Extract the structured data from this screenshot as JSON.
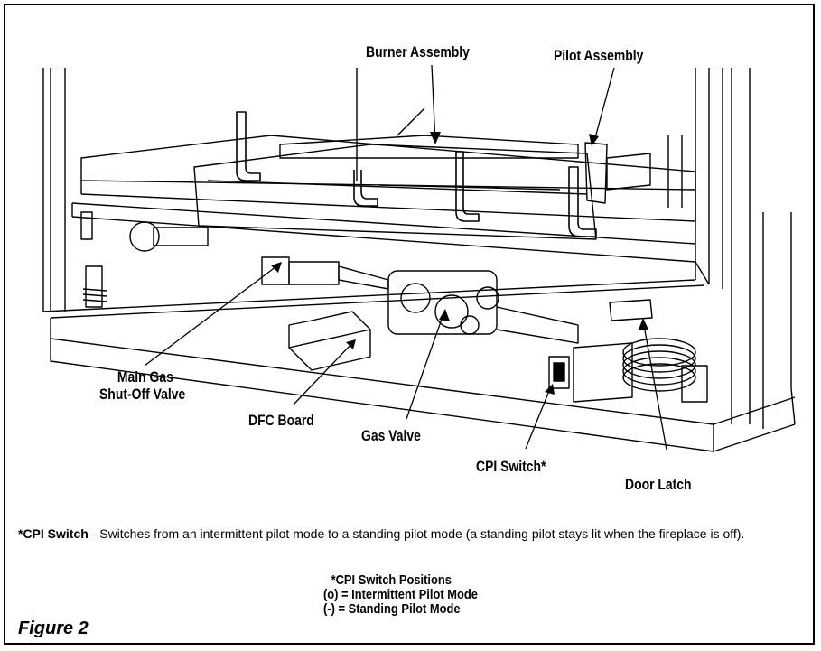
{
  "labels": {
    "burner_assembly": "Burner Assembly",
    "pilot_assembly": "Pilot Assembly",
    "main_gas_line1": "Main Gas",
    "main_gas_line2": "Shut-Off Valve",
    "dfc_board": "DFC Board",
    "gas_valve": "Gas Valve",
    "cpi_switch": "CPI Switch*",
    "door_latch": "Door Latch"
  },
  "note": {
    "term": "*CPI Switch",
    "text": " - Switches from an intermittent pilot mode to a standing pilot mode (a standing pilot stays lit when the fireplace is off)."
  },
  "positions": {
    "heading": "*CPI Switch Positions",
    "intermittent": "(o) = Intermittent Pilot Mode",
    "standing": "(-) = Standing Pilot Mode"
  },
  "figure_caption": "Figure 2"
}
